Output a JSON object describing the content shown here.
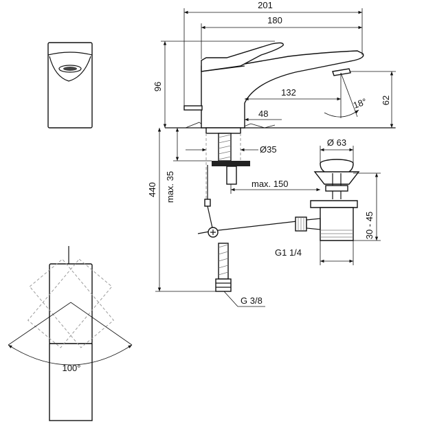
{
  "dimensions": {
    "total_width": "201",
    "spout_width": "180",
    "height_96": "96",
    "spout_reach": "132",
    "spout_height": "62",
    "spout_angle": "18°",
    "base_48": "48",
    "hole_diameter": "Ø35",
    "max_thickness": "max. 35",
    "total_length": "440",
    "max_150": "max. 150",
    "waste_diameter": "Ø 63",
    "waste_range": "30 - 45",
    "waste_thread": "G1 1/4",
    "inlet_thread": "G 3/8",
    "lever_angle": "100°"
  }
}
